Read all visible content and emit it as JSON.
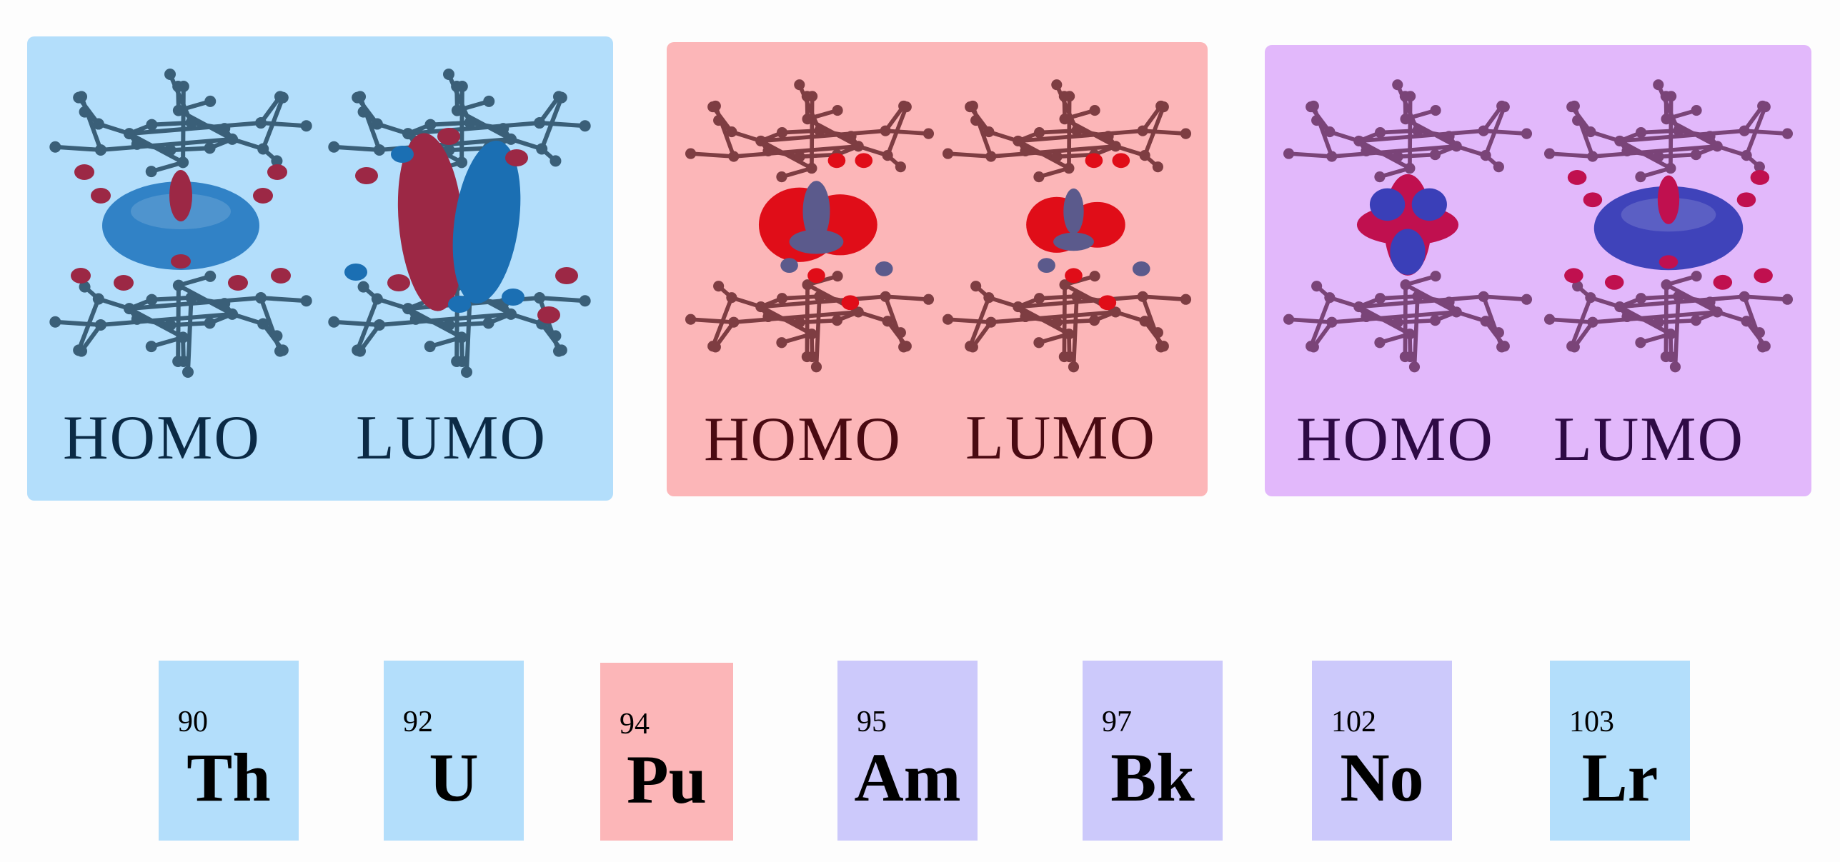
{
  "panels": [
    {
      "homo": "HOMO",
      "lumo": "LUMO",
      "bg": "#b3defb",
      "text": "#0b2a45",
      "frame": "#3a5f78",
      "lobeA": "#1b6fb3",
      "lobeB": "#9c2845",
      "ring": "#2c7fc4"
    },
    {
      "homo": "HOMO",
      "lumo": "LUMO",
      "bg": "#fcb6b8",
      "text": "#4a0a12",
      "frame": "#7e3d42",
      "lobeA": "#e00d18",
      "lobeB": "#5b5a8c",
      "ring": "#d90f1c"
    },
    {
      "homo": "HOMO",
      "lumo": "LUMO",
      "bg": "#e2b8fb",
      "text": "#2e0a45",
      "frame": "#7a4478",
      "lobeA": "#3a3fb8",
      "lobeB": "#c0104f",
      "ring": "#3a3fb8"
    }
  ],
  "elements": [
    {
      "number": "90",
      "symbol": "Th",
      "color": "#b3defb"
    },
    {
      "number": "92",
      "symbol": "U",
      "color": "#b3defb"
    },
    {
      "number": "94",
      "symbol": "Pu",
      "color": "#fcb6b8"
    },
    {
      "number": "95",
      "symbol": "Am",
      "color": "#ccc9fb"
    },
    {
      "number": "97",
      "symbol": "Bk",
      "color": "#ccc9fb"
    },
    {
      "number": "102",
      "symbol": "No",
      "color": "#ccc9fb"
    },
    {
      "number": "103",
      "symbol": "Lr",
      "color": "#b3defb"
    }
  ]
}
